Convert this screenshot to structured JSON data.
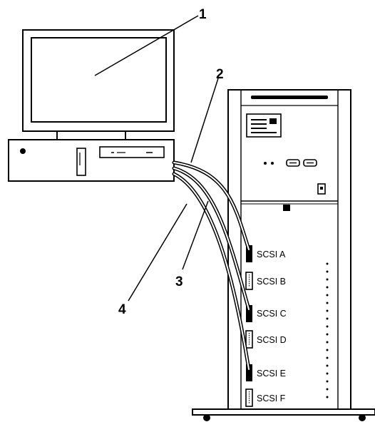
{
  "callouts": {
    "c1": "1",
    "c2": "2",
    "c3": "3",
    "c4": "4"
  },
  "ports": [
    {
      "label": "SCSI A"
    },
    {
      "label": "SCSI B"
    },
    {
      "label": "SCSI C"
    },
    {
      "label": "SCSI D"
    },
    {
      "label": "SCSI E"
    },
    {
      "label": "SCSI F"
    }
  ],
  "colors": {
    "line": "#000000",
    "background": "#ffffff"
  }
}
